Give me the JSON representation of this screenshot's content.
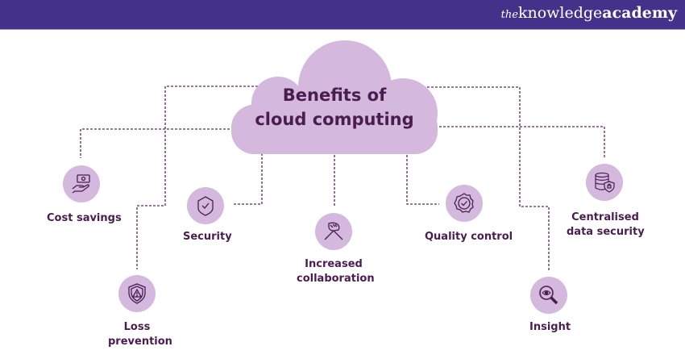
{
  "header": {
    "brand_prefix": "the",
    "brand_main": "knowledge",
    "brand_suffix": "academy",
    "background_color": "#44318a"
  },
  "diagram": {
    "title_line1": "Benefits of",
    "title_line2": "cloud computing",
    "cloud_color": "#d4b8de",
    "text_color": "#4a1d4f",
    "connector_color": "#5a2a5e",
    "benefits": [
      {
        "id": "cost-savings",
        "label": "Cost savings",
        "icon": "money-hand-icon"
      },
      {
        "id": "loss-prevention",
        "label_line1": "Loss",
        "label_line2": "prevention",
        "icon": "shield-warning-icon"
      },
      {
        "id": "security",
        "label": "Security",
        "icon": "shield-check-icon"
      },
      {
        "id": "increased-collaboration",
        "label_line1": "Increased",
        "label_line2": "collaboration",
        "icon": "handshake-icon"
      },
      {
        "id": "quality-control",
        "label": "Quality control",
        "icon": "badge-check-icon"
      },
      {
        "id": "insight",
        "label": "Insight",
        "icon": "magnifier-eye-icon"
      },
      {
        "id": "centralised-data-security",
        "label_line1": "Centralised",
        "label_line2": "data security",
        "icon": "database-lock-icon"
      }
    ]
  }
}
